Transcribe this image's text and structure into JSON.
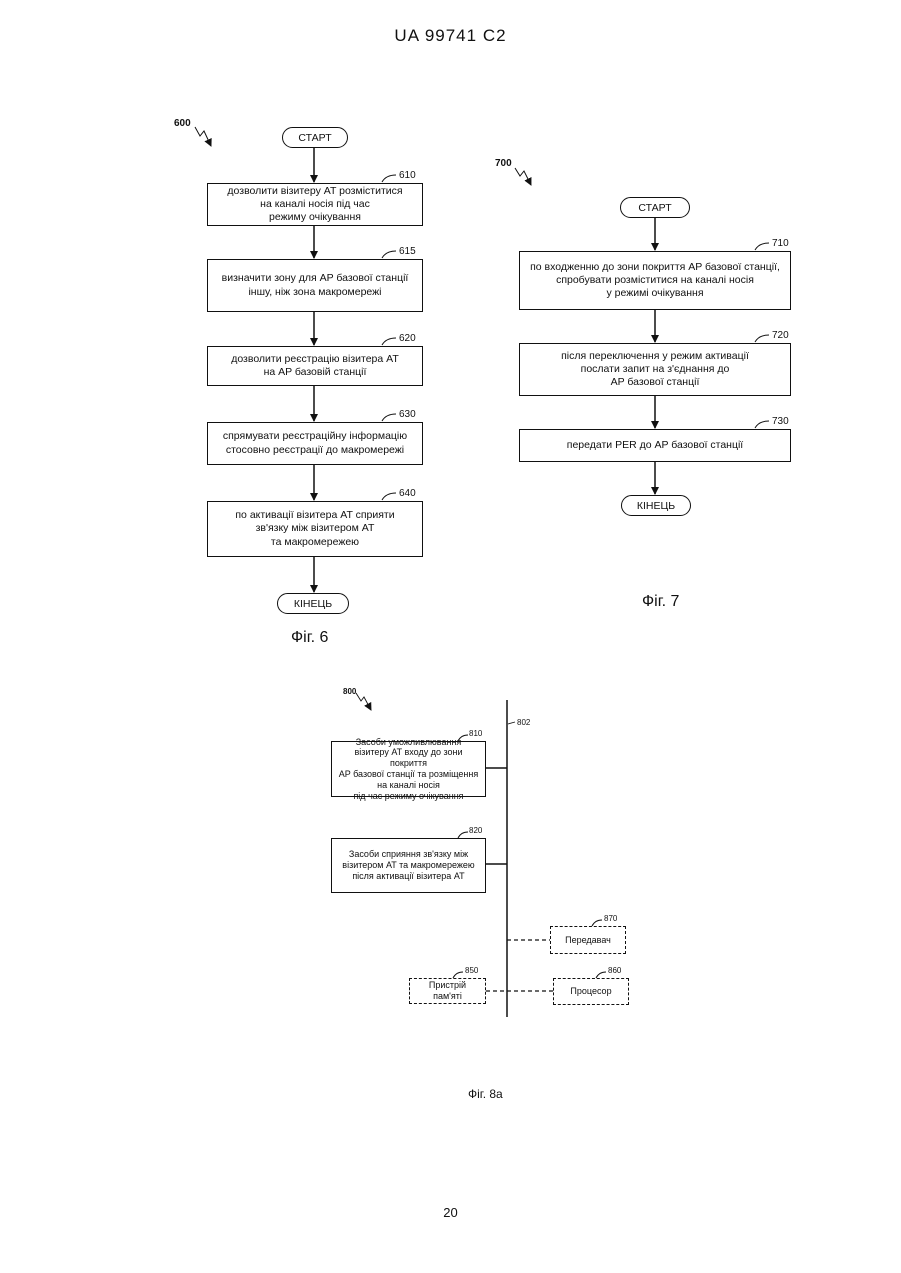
{
  "header": {
    "doc_id": "UA   99741   C2"
  },
  "footer": {
    "page_number": "20"
  },
  "fig6": {
    "ref": "600",
    "caption": "Фіг. 6",
    "start": "СТАРТ",
    "end": "КІНЕЦЬ",
    "steps": [
      {
        "ref": "610",
        "text": "дозволити візитеру AT розміститися\nна каналі носія під час\nрежиму очікування"
      },
      {
        "ref": "615",
        "text": "визначити зону для AP базової станції\nіншу, ніж зона макромережі"
      },
      {
        "ref": "620",
        "text": "дозволити реєстрацію візитера AT\nна AP базовій станції"
      },
      {
        "ref": "630",
        "text": "спрямувати реєстраційну інформацію\nстосовно реєстрації до макромережі"
      },
      {
        "ref": "640",
        "text": "по активації візитера AT сприяти\nзв'язку між візитером AT\nта макромережею"
      }
    ]
  },
  "fig7": {
    "ref": "700",
    "caption": "Фіг. 7",
    "start": "СТАРТ",
    "end": "КІНЕЦЬ",
    "steps": [
      {
        "ref": "710",
        "text": "по входженню до зони покриття AP базової станції,\nспробувати розміститися на каналі носія\nу режимі очікування"
      },
      {
        "ref": "720",
        "text": "після переключення у режим активації\nпослати запит на з'єднання до\nAP базової станції"
      },
      {
        "ref": "730",
        "text": "передати PER до AP базової станції"
      }
    ]
  },
  "fig8a": {
    "ref": "800",
    "caption": "Фіг. 8а",
    "bus_ref": "802",
    "means": [
      {
        "ref": "810",
        "text": "Засоби уможливлювання\nвізитеру AT входу до зони покриття\nAP базової станції та розміщення\nна каналі носія\nпід час режиму очікування"
      },
      {
        "ref": "820",
        "text": "Засоби сприяння зв'язку між\nвізитером AT та макромережею\nпісля активації візитера AT"
      }
    ],
    "transmitter": {
      "ref": "870",
      "label": "Передавач"
    },
    "memory": {
      "ref": "850",
      "label": "Пристрій пам'яті"
    },
    "processor": {
      "ref": "860",
      "label": "Процесор"
    }
  }
}
